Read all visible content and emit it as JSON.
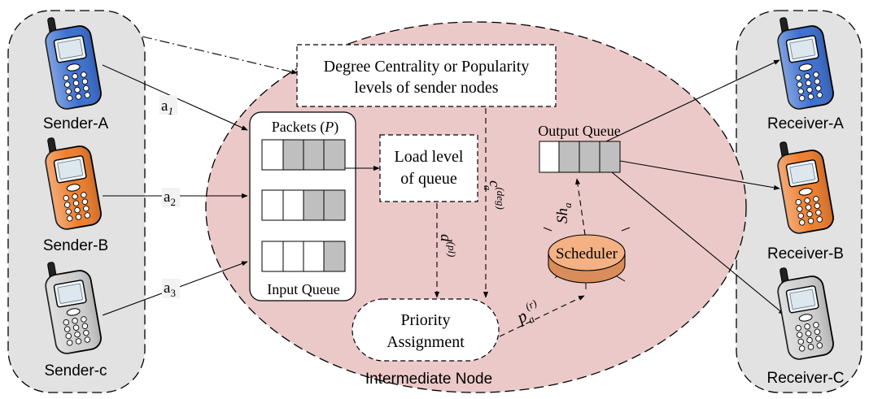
{
  "senders": [
    {
      "label": "Sender-A",
      "color": "#3b6fd0"
    },
    {
      "label": "Sender-B",
      "color": "#ee7d2c"
    },
    {
      "label": "Sender-c",
      "color": "#cfcfcf"
    }
  ],
  "receivers": [
    {
      "label": "Receiver-A",
      "color": "#3b6fd0"
    },
    {
      "label": "Receiver-B",
      "color": "#ee7d2c"
    },
    {
      "label": "Receiver-C",
      "color": "#cfcfcf"
    }
  ],
  "arrivals": [
    {
      "base": "a",
      "sub": "1"
    },
    {
      "base": "a",
      "sub": "2"
    },
    {
      "base": "a",
      "sub": "3"
    }
  ],
  "node_label": "Intermediate Node",
  "degree_box": {
    "line1": "Degree Centrality or Popularity",
    "line2": "levels of sender nodes"
  },
  "packets_label": {
    "prefix": "Packets (",
    "symbol": "P",
    "suffix": ")"
  },
  "input_queue_label": "Input Queue",
  "load_box": {
    "line1": "Load level",
    "line2": "of queue"
  },
  "output_queue_label": "Output Queue",
  "scheduler_label": "Scheduler",
  "priority_box": {
    "line1": "Priority",
    "line2": "Assignment"
  },
  "math": {
    "c_base": "c",
    "c_sub": "a",
    "c_sup": "(deg)",
    "d_base": "d",
    "d_sup": "(pl)",
    "sh_base": "Sh",
    "sh_sub": "a",
    "p_base": "p",
    "p_sub": "a",
    "p_sup": "(r)"
  },
  "colors": {
    "node_fill": "#ecc9c9",
    "panel_fill": "#e2e2e2",
    "filled_cell": "#bfbfbf",
    "scheduler_fill": "#f4b183"
  }
}
